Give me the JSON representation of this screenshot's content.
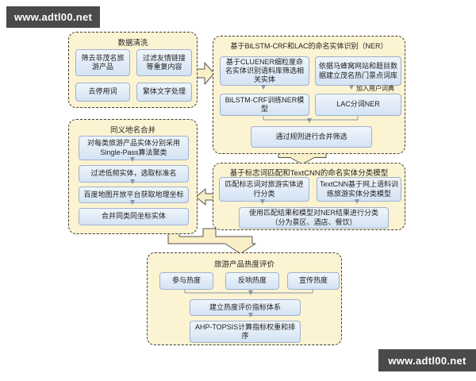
{
  "watermark": {
    "text": "www.adtl00.net"
  },
  "cleaning": {
    "title": "数据清洗",
    "box1": "筛去非茂名旅游产品",
    "box2": "过滤友情链接等重复内容",
    "box3": "去停用词",
    "box4": "繁体文字处理"
  },
  "ner": {
    "title": "基于BiLSTM-CRF和LAC的命名实体识别（NER）",
    "box1": "基于CLUENER细粒度命名实体识别语料库筛选相关实体",
    "box2": "依据马蜂窝网站和题目数据建立茂名热门景点词库",
    "user_dict_label": "加入用户词典",
    "box3": "BiLSTM-CRF训练NER模型",
    "box4": "LAC分词NER",
    "box5": "通过规则进行合并筛选"
  },
  "merge": {
    "title": "同义地名合并",
    "box1": "对每类旅游产品实体分别采用Single-Pass算法聚类",
    "box2": "过滤低频实体，选取标准名",
    "box3": "百度地图开放平台获取地理坐标",
    "box4": "合并同类同坐标实体"
  },
  "classify": {
    "title": "基于标志词匹配和TextCNN的命名实体分类模型",
    "box1": "匹配标志词对旅游实体进行分类",
    "box2": "TextCNN基于网上语料训练旅游实体分类模型",
    "box3_line1": "使用匹配结果和模型对NER结果进行分类",
    "box3_line2": "（分为景区、酒店、餐饮）"
  },
  "heat": {
    "title": "旅游产品热度评价",
    "box1": "参与热度",
    "box2": "反响热度",
    "box3": "宣传热度",
    "box4": "建立热度评价指标体系",
    "box5": "AHP-TOPSIS计算指标权重和排序"
  },
  "colors": {
    "group_fill": "#fcf3d2",
    "box_fill_top": "#eff5fb",
    "box_fill_bottom": "#d4e3f4",
    "box_border": "#9db2cf",
    "block_arrow_fill": "#f9efc7",
    "block_arrow_stroke": "#55534a",
    "thin_arrow": "#8695a8",
    "watermark_bg": "#4a4a4a"
  }
}
